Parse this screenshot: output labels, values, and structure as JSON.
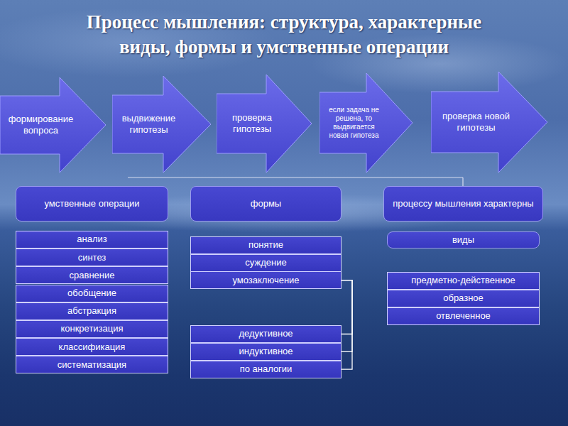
{
  "diagram": {
    "title": "Процесс мышления: структура, характерные виды, формы и умственные операции",
    "nodes": [
      {
        "text": [
          "формирование вопроса"
        ]
      },
      {
        "text": [
          "выдвижение гипотезы"
        ]
      },
      {
        "text": [
          "проверка гипотезы"
        ]
      },
      {
        "text": [
          "если задача не решена, то выдвигается новая гипотеза"
        ]
      },
      {
        "text": [
          "проверка новой гипотезы"
        ]
      },
      {
        "text": [
          "умственные операции"
        ]
      },
      {
        "text": [
          "формы"
        ]
      },
      {
        "text": [
          "процессу мышления характерны"
        ]
      },
      {
        "text": [
          "анализ"
        ]
      },
      {
        "text": [
          "синтез"
        ]
      },
      {
        "text": [
          "сравнение"
        ]
      },
      {
        "text": [
          "обобщение"
        ]
      },
      {
        "text": [
          "абстракция"
        ]
      },
      {
        "text": [
          "конкретизация"
        ]
      },
      {
        "text": [
          "классификация"
        ]
      },
      {
        "text": [
          "систематизация"
        ]
      },
      {
        "text": [
          "понятие"
        ]
      },
      {
        "text": [
          "суждение"
        ]
      },
      {
        "text": [
          "умозаключение"
        ]
      },
      {
        "text": [
          "виды"
        ]
      },
      {
        "text": [
          "предметно-действенное"
        ]
      },
      {
        "text": [
          "образное"
        ]
      },
      {
        "text": [
          "отвлеченное"
        ]
      },
      {
        "text": [
          "дедуктивное"
        ]
      },
      {
        "text": [
          "индуктивное"
        ]
      },
      {
        "text": [
          "по аналогии"
        ]
      }
    ],
    "edges": [
      {
        "from": 18,
        "to": 23,
        "arrow": "none"
      },
      {
        "from": 18,
        "to": 24,
        "arrow": "none"
      },
      {
        "from": 18,
        "to": 25,
        "arrow": "none"
      }
    ]
  }
}
